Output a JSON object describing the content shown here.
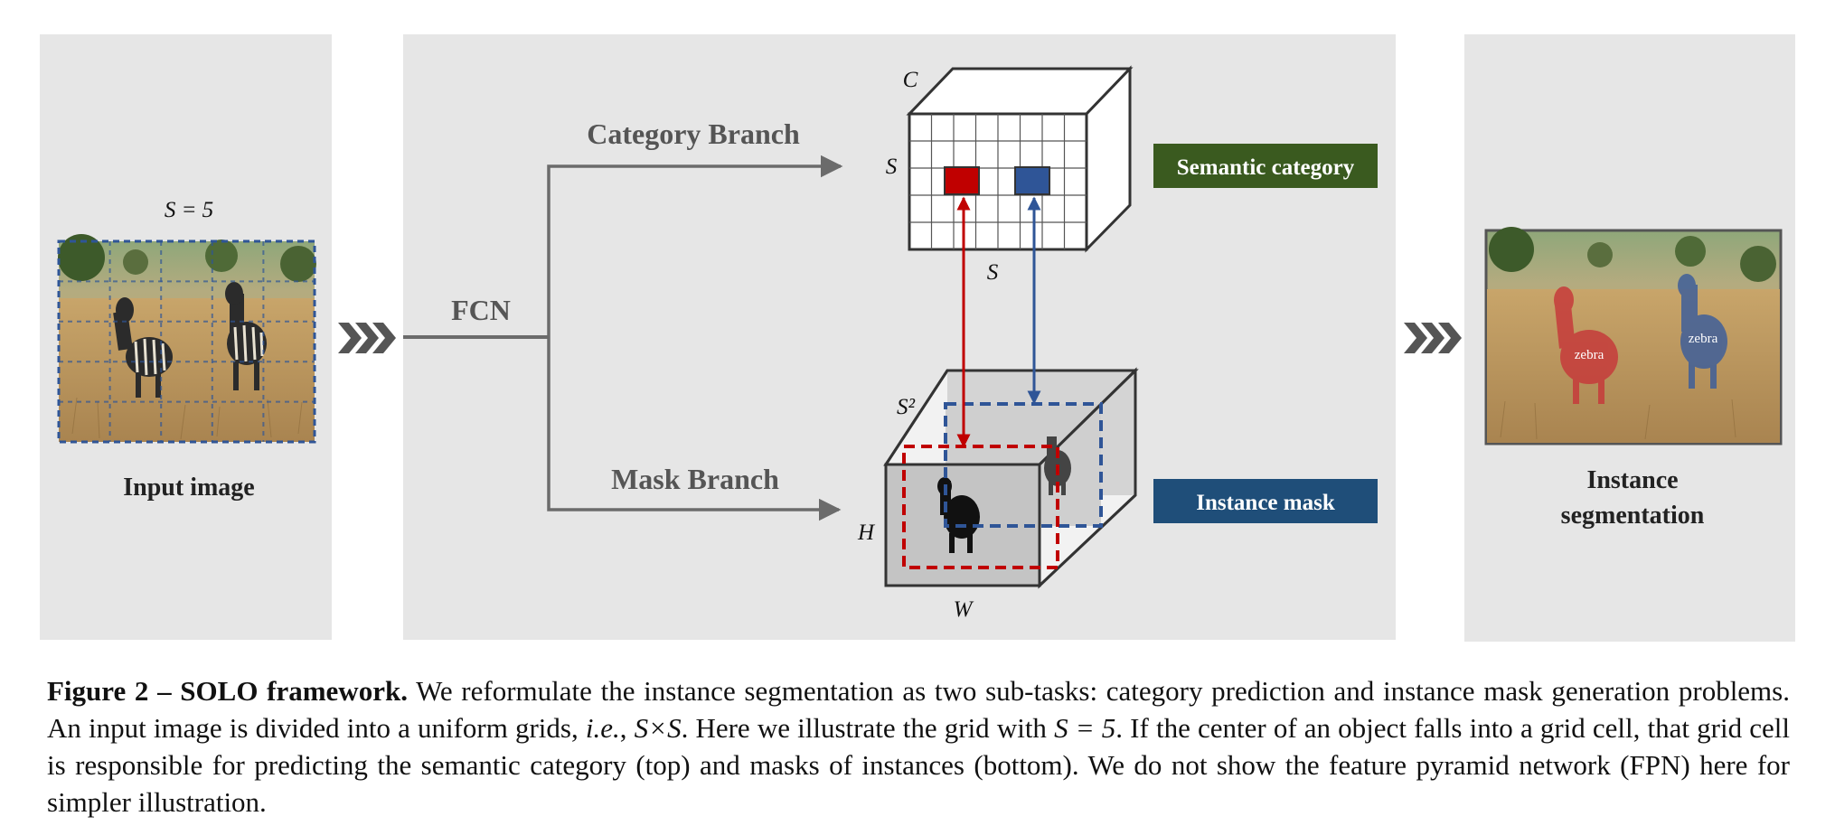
{
  "figure": {
    "left_panel": {
      "grid_label": "S = 5",
      "title": "Input image",
      "grid_size": 5
    },
    "middle_panel": {
      "fcn_label": "FCN",
      "category_branch_label": "Category Branch",
      "mask_branch_label": "Mask Branch",
      "category_tensor": {
        "label_channels": "C",
        "label_rows": "S",
        "label_cols": "S"
      },
      "mask_tensor": {
        "label_depth": "S²",
        "label_height": "H",
        "label_width": "W"
      },
      "semantic_category_badge": "Semantic category",
      "instance_mask_badge": "Instance mask"
    },
    "right_panel": {
      "title_line1": "Instance",
      "title_line2": "segmentation",
      "instance_labels": [
        "zebra",
        "zebra"
      ]
    },
    "colors": {
      "panel_bg": "#e6e6e6",
      "arrow_gray": "#6b6b6b",
      "red": "#c00000",
      "blue": "#2f5597",
      "green_badge": "#3a5a1f",
      "blue_badge": "#1f4e79"
    }
  },
  "caption": {
    "label": "Figure 2 – SOLO framework.",
    "text_part1": " We reformulate the instance segmentation as two sub-tasks: category prediction and instance mask generation problems. An input image is divided into a uniform grids, ",
    "ie": "i.e.",
    "text_part2": ", ",
    "sxs": "S×S",
    "text_part3": ". Here we illustrate the grid with ",
    "s_eq": "S = 5",
    "text_part4": ". If the center of an object falls into a grid cell, that grid cell is responsible for predicting the semantic category (top) and masks of instances (bottom). We do not show the feature pyramid network (FPN) here for simpler illustration."
  }
}
